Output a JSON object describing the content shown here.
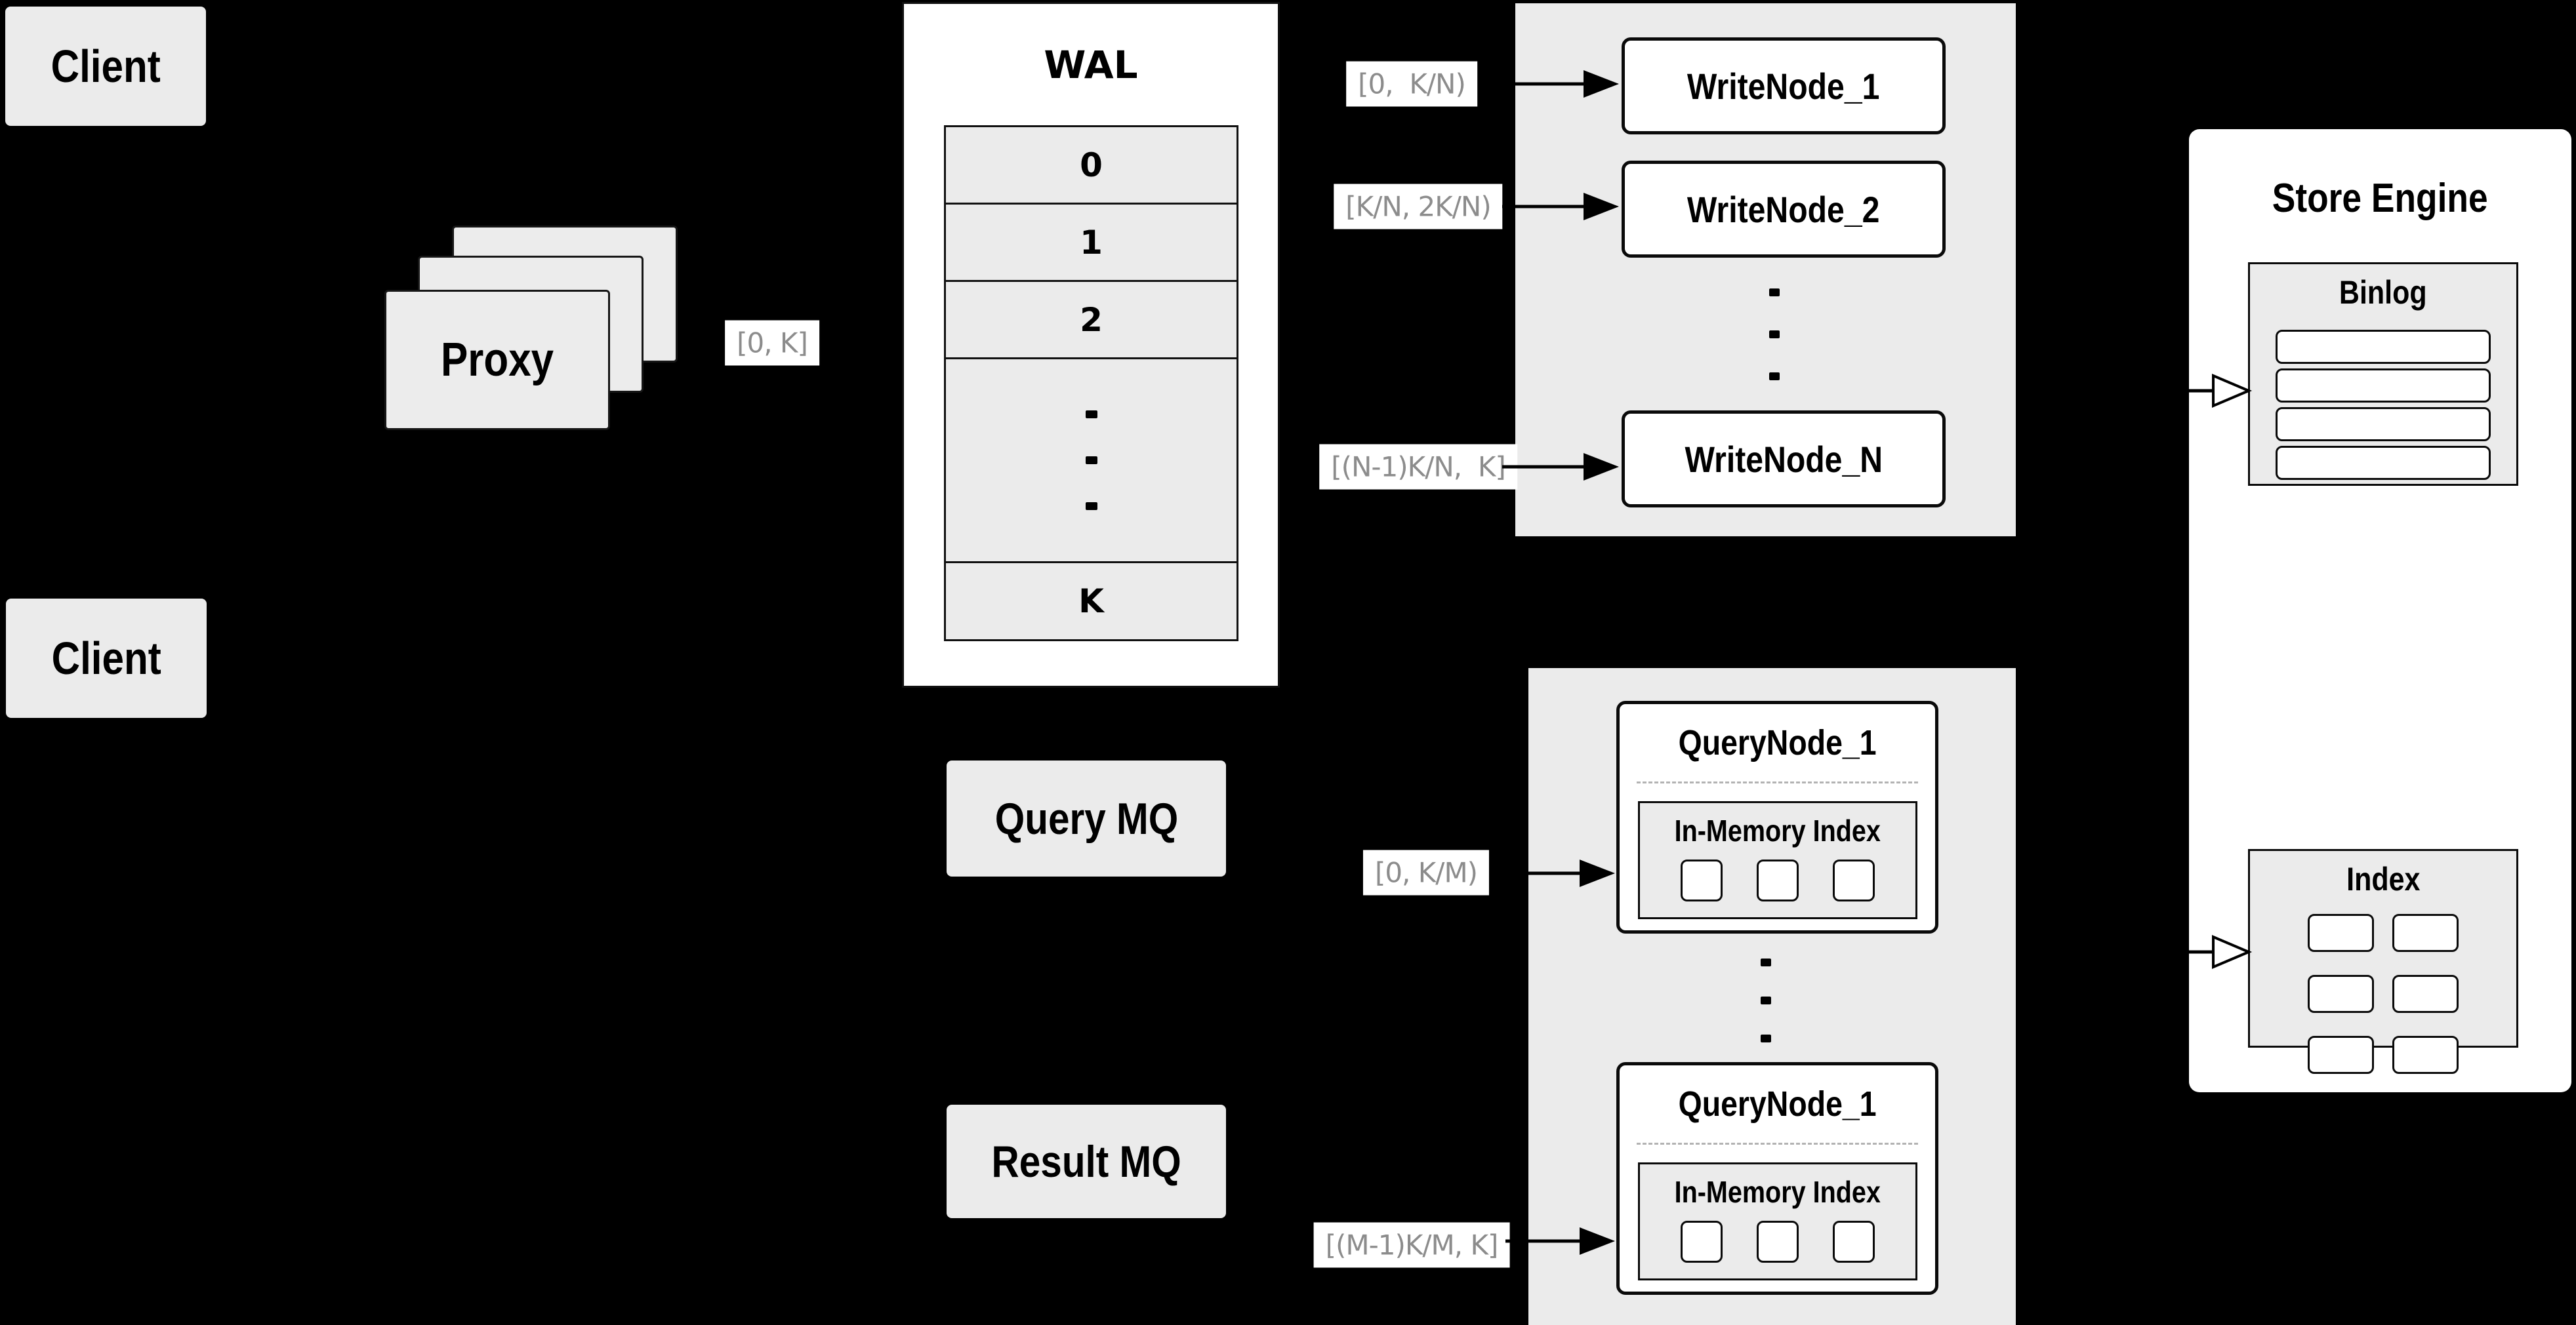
{
  "colors": {
    "background": "#000000",
    "panel_gray": "#ebebeb",
    "box_white": "#ffffff",
    "border": "#111111",
    "range_label_text": "#8c8c8c",
    "dashed_divider": "#b3b3b3"
  },
  "clients": {
    "top": "Client",
    "bottom": "Client"
  },
  "proxy": {
    "label": "Proxy"
  },
  "wal": {
    "title": "WAL",
    "cells": [
      "0",
      "1",
      "2",
      "K"
    ]
  },
  "write_group": {
    "node1": "WriteNode_1",
    "node2": "WriteNode_2",
    "nodeN": "WriteNode_N"
  },
  "range_labels": {
    "proxy_out": "[0, K]",
    "write1": "[0,  K/N)",
    "write2": "[K/N, 2K/N)",
    "writeN": "[(N-1)K/N,  K]",
    "query1": "[0, K/M)",
    "queryM": "[(M-1)K/M, K]"
  },
  "store_engine": {
    "title": "Store Engine",
    "binlog_title": "Binlog",
    "binlog_rows": 4,
    "index_title": "Index",
    "index_cells": 6
  },
  "mq": {
    "query": "Query MQ",
    "result": "Result MQ"
  },
  "query_group": {
    "node1_title": "QueryNode_1",
    "node1_inmem": "In-Memory Index",
    "node2_title": "QueryNode_1",
    "node2_inmem": "In-Memory Index",
    "inmem_cells": 3
  }
}
